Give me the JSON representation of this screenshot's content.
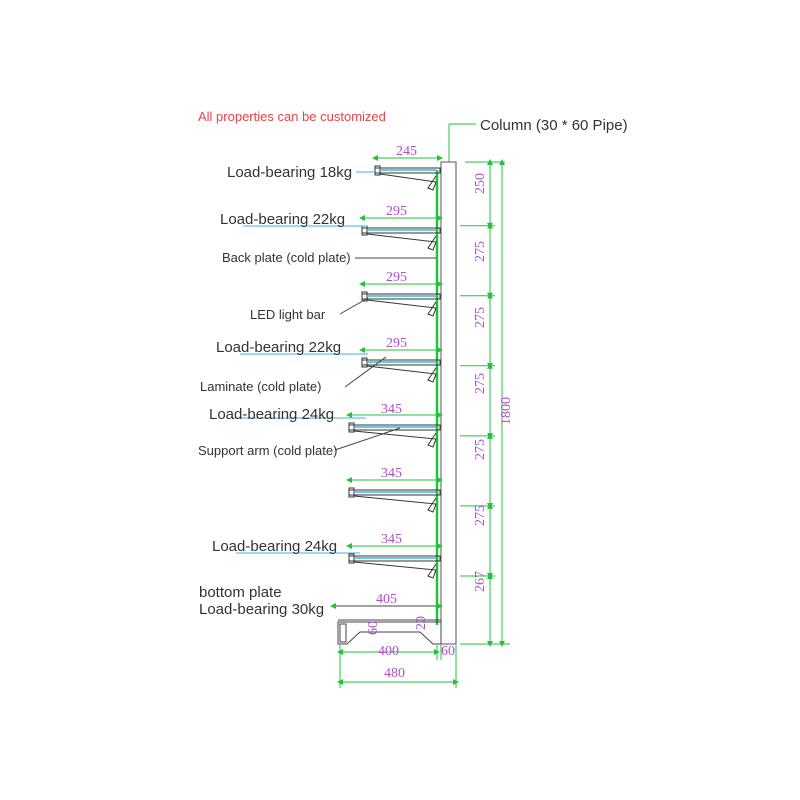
{
  "header": {
    "note": "All properties can be customized",
    "column_label": "Column (30 * 60 Pipe)"
  },
  "labels": {
    "load_18": "Load-bearing 18kg",
    "load_22a": "Load-bearing 22kg",
    "back_plate": "Back plate (cold plate)",
    "led_bar": "LED light bar",
    "load_22b": "Load-bearing 22kg",
    "laminate": "Laminate (cold plate)",
    "load_24a": "Load-bearing 24kg",
    "support_arm": "Support arm (cold plate)",
    "load_24b": "Load-bearing 24kg",
    "bottom_plate": "bottom plate",
    "load_30": "Load-bearing 30kg"
  },
  "shelf_depths": [
    "245",
    "295",
    "295",
    "295",
    "345",
    "345",
    "345"
  ],
  "bottom_depth": "405",
  "spacings": [
    "250",
    "275",
    "275",
    "275",
    "275",
    "275",
    "267"
  ],
  "total_height": "1800",
  "base": {
    "base_depth": "400",
    "base_height": "60",
    "base_gap": "20",
    "column_width": "60",
    "overall_depth": "480"
  },
  "colors": {
    "dimension": "#b14fc9",
    "green_line": "#22c33a",
    "shelf": "#333333",
    "led": "#38b6e6",
    "note": "#e8434a"
  }
}
